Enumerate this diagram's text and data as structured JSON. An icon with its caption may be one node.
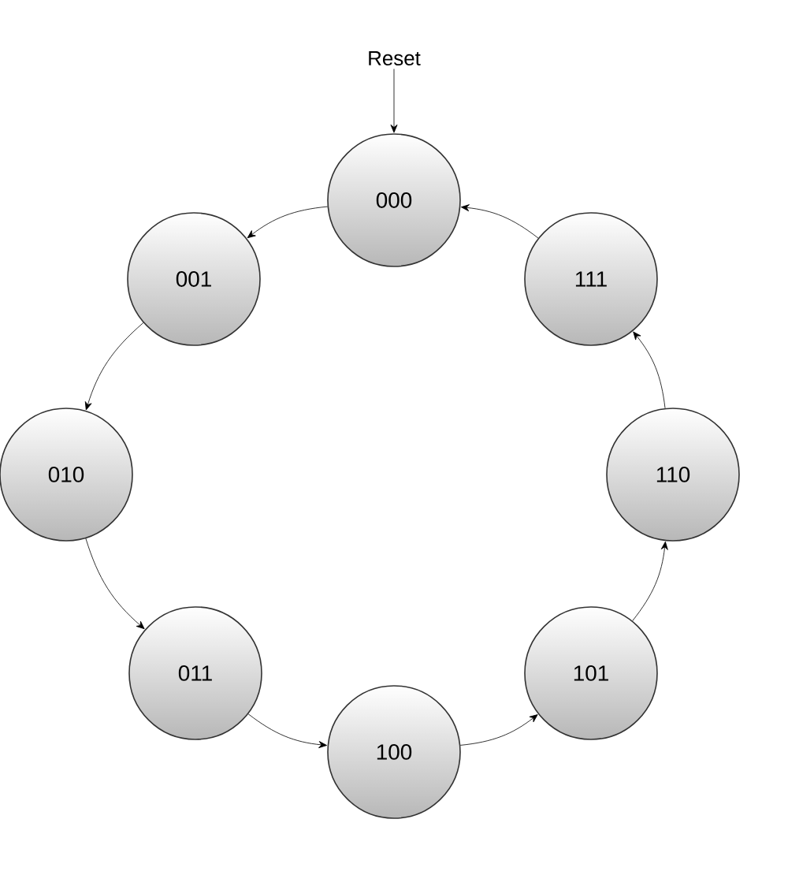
{
  "diagram": {
    "nodes": [
      {
        "text": [
          "Reset"
        ]
      },
      {
        "text": [
          "000"
        ]
      },
      {
        "text": [
          "001"
        ]
      },
      {
        "text": [
          "010"
        ]
      },
      {
        "text": [
          "011"
        ]
      },
      {
        "text": [
          "100"
        ]
      },
      {
        "text": [
          "101"
        ]
      },
      {
        "text": [
          "110"
        ]
      },
      {
        "text": [
          "111"
        ]
      }
    ],
    "edges": [
      {
        "from": 0,
        "to": 1,
        "arrow": "to"
      },
      {
        "from": 1,
        "to": 2,
        "arrow": "to"
      },
      {
        "from": 2,
        "to": 3,
        "arrow": "to"
      },
      {
        "from": 3,
        "to": 4,
        "arrow": "to"
      },
      {
        "from": 4,
        "to": 5,
        "arrow": "to"
      },
      {
        "from": 5,
        "to": 6,
        "arrow": "to"
      },
      {
        "from": 6,
        "to": 7,
        "arrow": "to"
      },
      {
        "from": 7,
        "to": 8,
        "arrow": "to"
      },
      {
        "from": 8,
        "to": 1,
        "arrow": "to"
      }
    ]
  }
}
